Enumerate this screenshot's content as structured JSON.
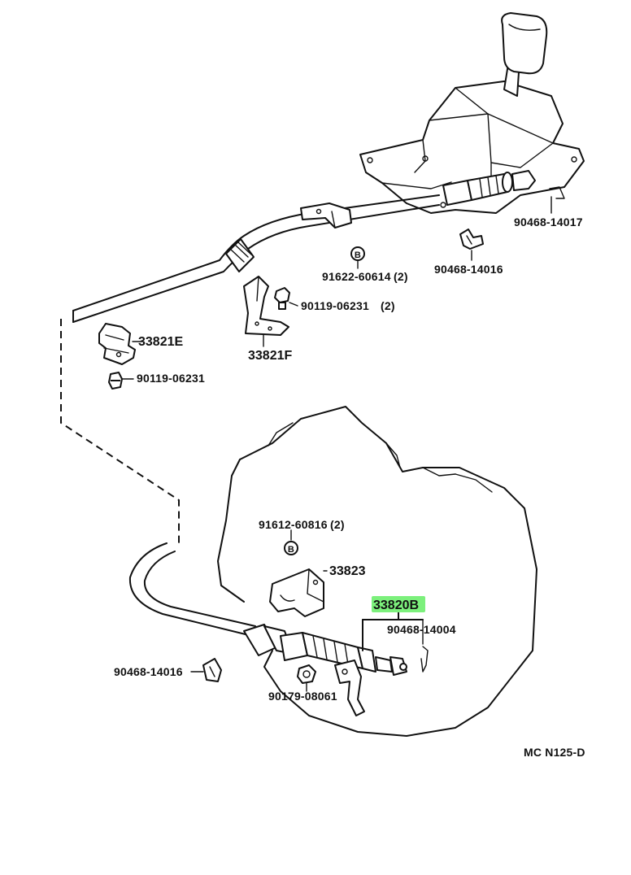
{
  "diagram_code": "MC N125-D",
  "highlight_color": "#7CF07C",
  "parts": {
    "shift_cable_assy": "33820B",
    "bracket_e": "33821E",
    "bracket_f": "33821F",
    "bracket_33823": "33823",
    "bolt_upper": "90119-06231",
    "bolt_upper_qty": "(2)",
    "bolt_lower": "90119-06231",
    "nut_upper": "91622-60614",
    "nut_upper_qty": "(2)",
    "nut_trans": "91612-60816",
    "nut_trans_qty": "(2)",
    "clip_17": "90468-14017",
    "clip_16_upper": "90468-14016",
    "clip_16_lower": "90468-14016",
    "clip_04": "90468-14004",
    "nut_90179": "90179-08061"
  },
  "markers": {
    "b1": "B",
    "b2": "B"
  }
}
